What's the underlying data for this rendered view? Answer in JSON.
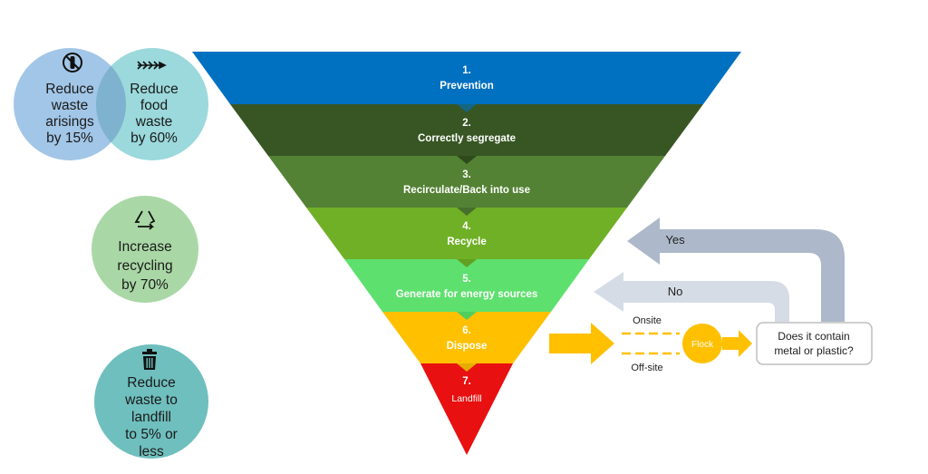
{
  "goals": {
    "reduce_arisings": {
      "lines": [
        "Reduce",
        "waste",
        "arisings",
        "by 15%"
      ],
      "icon": "no-bottle-icon",
      "color": "#9dc3e6"
    },
    "reduce_food": {
      "lines": [
        "Reduce",
        "food",
        "waste",
        "by 60%"
      ],
      "icon": "fishbone-icon",
      "color": "#92d6d9"
    },
    "increase_recycling": {
      "lines": [
        "Increase",
        "recycling",
        "by 70%"
      ],
      "icon": "recycle-icon",
      "color": "#a9d8a6"
    },
    "reduce_landfill": {
      "lines": [
        "Reduce",
        "waste to",
        "landfill",
        "to 5% or",
        "less"
      ],
      "icon": "bin-icon",
      "color": "#6fbfbe"
    }
  },
  "hierarchy": [
    {
      "number": "1.",
      "label": "Prevention",
      "color": "#0070c0"
    },
    {
      "number": "2.",
      "label": "Correctly segregate",
      "color": "#375623"
    },
    {
      "number": "3.",
      "label": "Recirculate/Back into use",
      "color": "#548235"
    },
    {
      "number": "4.",
      "label": "Recycle",
      "color": "#70b027"
    },
    {
      "number": "5.",
      "label": "Generate for energy sources",
      "color": "#5ee06e"
    },
    {
      "number": "6.",
      "label": "Dispose",
      "color": "#ffc000"
    },
    {
      "number": "7.",
      "label": "Landfill",
      "color": "#e81010"
    }
  ],
  "flow": {
    "onsite": "Onsite",
    "offsite": "Off-site",
    "process": "Flock",
    "question": [
      "Does it contain",
      "metal or plastic?"
    ],
    "yes": "Yes",
    "no": "No",
    "arrow_color": "#ffc000",
    "yes_arrow_color": "#adb9ca",
    "no_arrow_color": "#d6dce5"
  }
}
